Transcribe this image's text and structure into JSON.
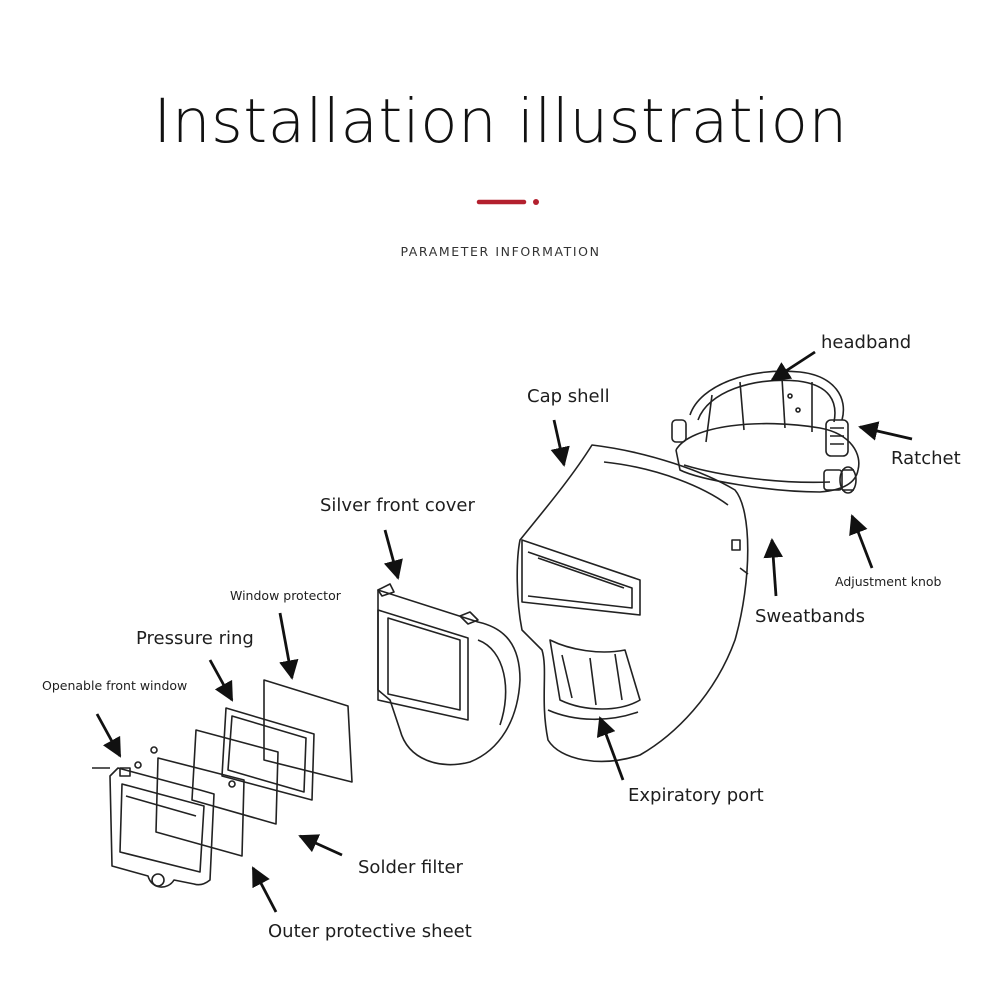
{
  "header": {
    "title": "Installation illustration",
    "subtitle": "PARAMETER INFORMATION",
    "accent_color": "#b3202e"
  },
  "labels": {
    "headband": "headband",
    "cap_shell": "Cap shell",
    "ratchet": "Ratchet",
    "silver_front_cover": "Silver front cover",
    "adjustment_knob": "Adjustment knob",
    "sweatbands": "Sweatbands",
    "window_protector": "Window protector",
    "pressure_ring": "Pressure ring",
    "openable_front_window": "Openable front window",
    "expiratory_port": "Expiratory port",
    "solder_filter": "Solder filter",
    "outer_protective_sheet": "Outer protective sheet"
  }
}
